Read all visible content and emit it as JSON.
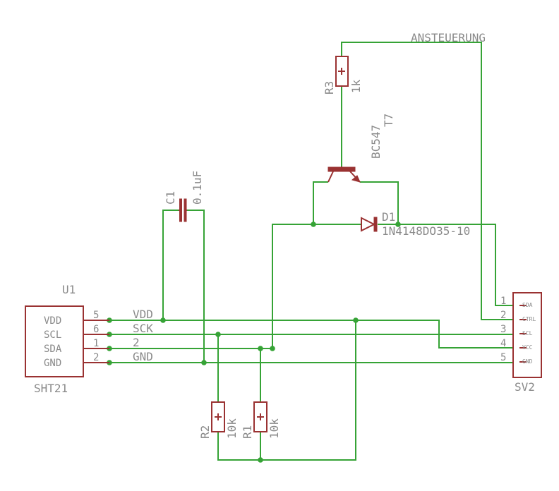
{
  "nets": {
    "ansteuerung": "ANSTEUERUNG",
    "vdd": "VDD",
    "sck": "SCK",
    "sda": "2",
    "gnd": "GND"
  },
  "u1": {
    "name": "U1",
    "value": "SHT21",
    "pins": [
      {
        "label": "VDD",
        "number": "5"
      },
      {
        "label": "SCL",
        "number": "6"
      },
      {
        "label": "SDA",
        "number": "1"
      },
      {
        "label": "GND",
        "number": "2"
      }
    ]
  },
  "c1": {
    "name": "C1",
    "value": "0.1uF"
  },
  "r1": {
    "name": "R1",
    "value": "10k"
  },
  "r2": {
    "name": "R2",
    "value": "10k"
  },
  "r3": {
    "name": "R3",
    "value": "1k"
  },
  "t7": {
    "name": "T7",
    "value": "BC547"
  },
  "d1": {
    "name": "D1",
    "value": "1N4148DO35-10"
  },
  "sv2": {
    "name": "SV2",
    "pins": [
      {
        "number": "1",
        "label": "SDA"
      },
      {
        "number": "2",
        "label": "CTRL"
      },
      {
        "number": "3",
        "label": "SCL"
      },
      {
        "number": "4",
        "label": "VCC"
      },
      {
        "number": "5",
        "label": "GND"
      }
    ]
  }
}
